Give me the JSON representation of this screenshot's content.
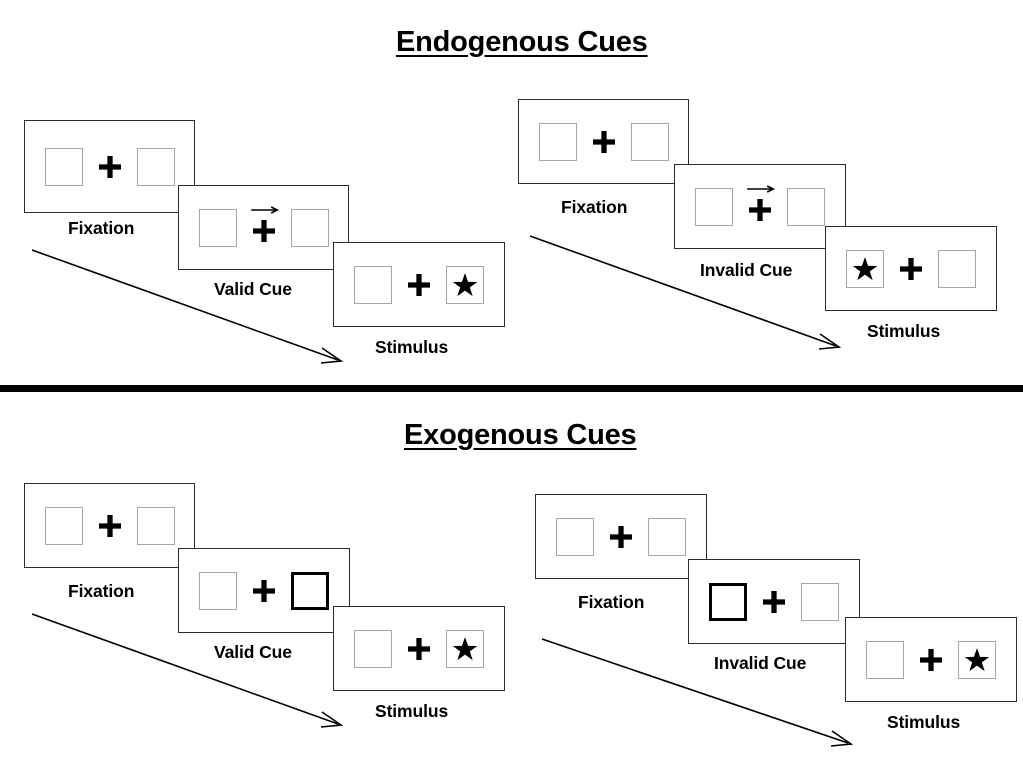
{
  "figure": {
    "title_endogenous": "Endogenous Cues",
    "title_exogenous": "Exogenous Cues",
    "divider_color": "#000000",
    "background_color": "#ffffff"
  },
  "colors": {
    "frame_border": "#2b2b2b",
    "box_border": "#a6a6a6",
    "cued_box_border": "#000000",
    "star_fill": "#000000",
    "plus_fill": "#000000",
    "arrow_stroke": "#000000"
  },
  "icons": {
    "plus": "fixation-cross-icon",
    "star": "star-icon",
    "arrow_cue": "arrow-right-cue-icon",
    "time_arrow": "time-progression-arrow-icon"
  },
  "sections": [
    {
      "id": "endogenous",
      "title": "Endogenous Cues",
      "sequences": [
        {
          "id": "endogenous-valid",
          "condition": "Valid",
          "frames": [
            {
              "caption": "Fixation",
              "left_box": {
                "cued": false,
                "star": false
              },
              "right_box": {
                "cued": false,
                "star": false
              },
              "arrow_cue": false
            },
            {
              "caption": "Valid Cue",
              "left_box": {
                "cued": false,
                "star": false
              },
              "right_box": {
                "cued": false,
                "star": false
              },
              "arrow_cue": true,
              "arrow_direction": "right"
            },
            {
              "caption": "Stimulus",
              "left_box": {
                "cued": false,
                "star": false
              },
              "right_box": {
                "cued": false,
                "star": true
              },
              "arrow_cue": false
            }
          ]
        },
        {
          "id": "endogenous-invalid",
          "condition": "Invalid",
          "frames": [
            {
              "caption": "Fixation",
              "left_box": {
                "cued": false,
                "star": false
              },
              "right_box": {
                "cued": false,
                "star": false
              },
              "arrow_cue": false
            },
            {
              "caption": "Invalid Cue",
              "left_box": {
                "cued": false,
                "star": false
              },
              "right_box": {
                "cued": false,
                "star": false
              },
              "arrow_cue": true,
              "arrow_direction": "right"
            },
            {
              "caption": "Stimulus",
              "left_box": {
                "cued": false,
                "star": true
              },
              "right_box": {
                "cued": false,
                "star": false
              },
              "arrow_cue": false
            }
          ]
        }
      ]
    },
    {
      "id": "exogenous",
      "title": "Exogenous Cues",
      "sequences": [
        {
          "id": "exogenous-valid",
          "condition": "Valid",
          "frames": [
            {
              "caption": "Fixation",
              "left_box": {
                "cued": false,
                "star": false
              },
              "right_box": {
                "cued": false,
                "star": false
              },
              "arrow_cue": false
            },
            {
              "caption": "Valid Cue",
              "left_box": {
                "cued": false,
                "star": false
              },
              "right_box": {
                "cued": true,
                "star": false
              },
              "arrow_cue": false
            },
            {
              "caption": "Stimulus",
              "left_box": {
                "cued": false,
                "star": false
              },
              "right_box": {
                "cued": false,
                "star": true
              },
              "arrow_cue": false
            }
          ]
        },
        {
          "id": "exogenous-invalid",
          "condition": "Invalid",
          "frames": [
            {
              "caption": "Fixation",
              "left_box": {
                "cued": false,
                "star": false
              },
              "right_box": {
                "cued": false,
                "star": false
              },
              "arrow_cue": false
            },
            {
              "caption": "Invalid Cue",
              "left_box": {
                "cued": true,
                "star": false
              },
              "right_box": {
                "cued": false,
                "star": false
              },
              "arrow_cue": false
            },
            {
              "caption": "Stimulus",
              "left_box": {
                "cued": false,
                "star": false
              },
              "right_box": {
                "cued": false,
                "star": true
              },
              "arrow_cue": false
            }
          ]
        }
      ]
    }
  ],
  "captions": {
    "fixation": "Fixation",
    "valid_cue": "Valid Cue",
    "invalid_cue": "Invalid Cue",
    "stimulus": "Stimulus"
  }
}
